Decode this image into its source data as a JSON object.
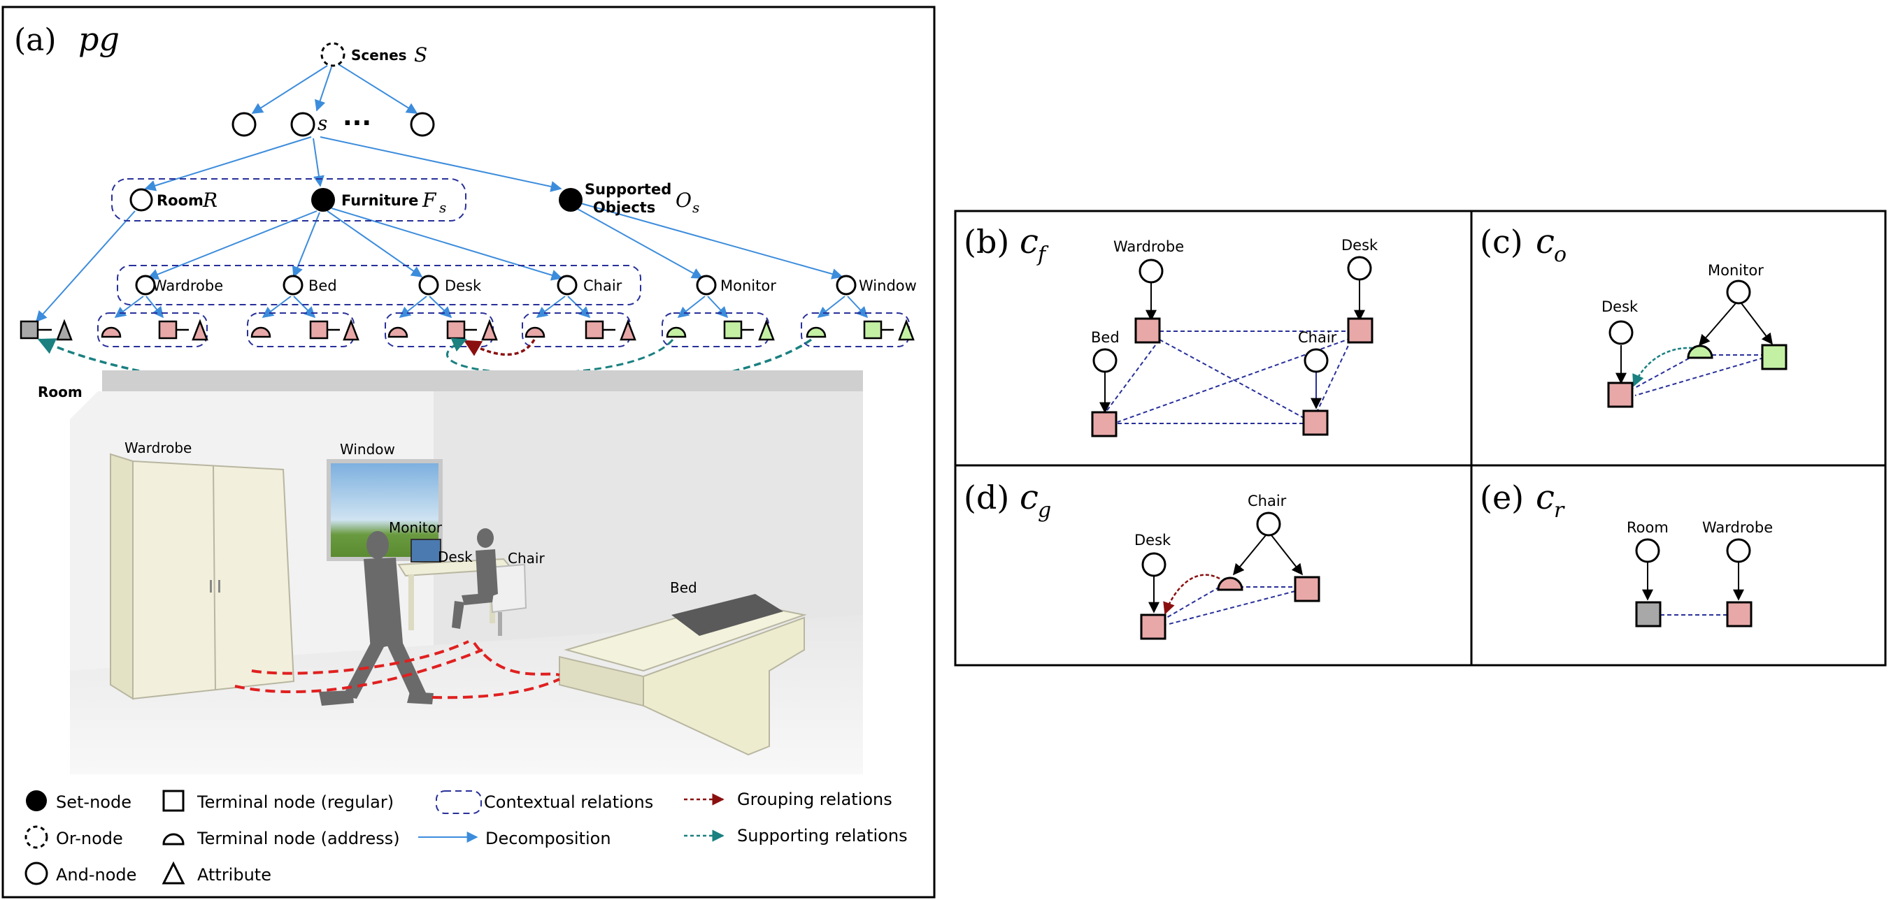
{
  "colors": {
    "terminal_gray": "#a8a8a8",
    "terminal_pink": "#e8a8a8",
    "terminal_green": "#c4f0a4",
    "decomposition": "#3c8cdc",
    "contextual": "#28309a",
    "grouping": "#8a1010",
    "supporting": "#1a8080",
    "human_path": "#e02020"
  },
  "panel_a": {
    "label": "(a)",
    "symbol": "pg",
    "scenes": {
      "label": "Scenes",
      "symbol": "S"
    },
    "scene_node": {
      "symbol": "s"
    },
    "ellipsis": "···",
    "room": {
      "label": "Room",
      "symbol": "R"
    },
    "furniture": {
      "label": "Furniture",
      "symbol": "F",
      "sub": "s"
    },
    "supported": {
      "label1": "Supported",
      "label2": "Objects",
      "symbol": "O",
      "sub": "s"
    },
    "objects": [
      "Wardrobe",
      "Bed",
      "Desk",
      "Chair",
      "Monitor",
      "Window"
    ],
    "room_terminal_label": "Room",
    "scene_labels": [
      "Wardrobe",
      "Window",
      "Monitor",
      "Desk",
      "Chair",
      "Bed"
    ]
  },
  "legend": {
    "set_node": "Set-node",
    "or_node": "Or-node",
    "and_node": "And-node",
    "terminal_regular": "Terminal node (regular)",
    "terminal_address": "Terminal node (address)",
    "attribute": "Attribute",
    "contextual": "Contextual relations",
    "decomposition": "Decomposition",
    "grouping": "Grouping relations",
    "supporting": "Supporting relations"
  },
  "panel_b": {
    "label": "(b)",
    "symbol": "c",
    "sub": "f",
    "nodes": [
      "Wardrobe",
      "Desk",
      "Bed",
      "Chair"
    ]
  },
  "panel_c": {
    "label": "(c)",
    "symbol": "c",
    "sub": "o",
    "nodes": [
      "Monitor",
      "Desk"
    ]
  },
  "panel_d": {
    "label": "(d)",
    "symbol": "c",
    "sub": "g",
    "nodes": [
      "Chair",
      "Desk"
    ]
  },
  "panel_e": {
    "label": "(e)",
    "symbol": "c",
    "sub": "r",
    "nodes": [
      "Room",
      "Wardrobe"
    ]
  }
}
